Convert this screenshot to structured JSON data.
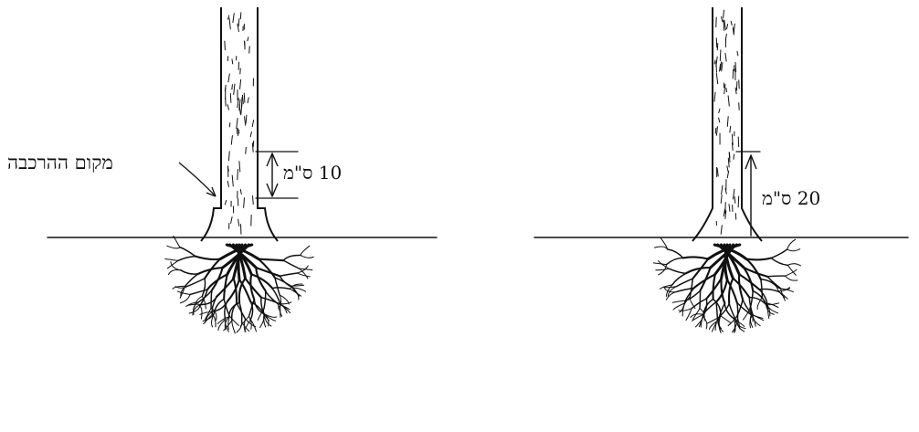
{
  "labels": {
    "graft_point": "מקום ההרכבה",
    "left_height": "10 ס\"מ",
    "right_height": "20 ס\"מ"
  },
  "colors": {
    "ink": "#111111",
    "paper": "#ffffff"
  },
  "panels": [
    {
      "id": "left-tree",
      "graft_height_cm": 10
    },
    {
      "id": "right-tree",
      "graft_height_cm": 20
    }
  ]
}
